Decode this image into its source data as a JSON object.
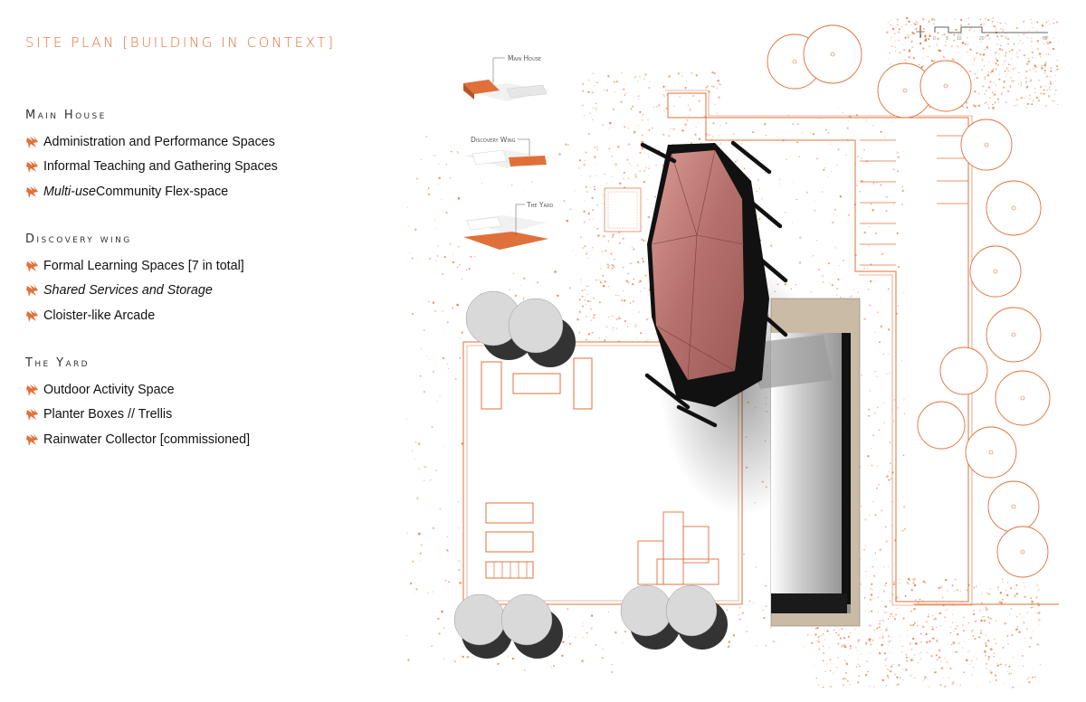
{
  "title": "SITE PLAN [BUILDING IN CONTEXT]",
  "sections": [
    {
      "heading": "Main House",
      "items": [
        {
          "pre": "",
          "em": "",
          "post": "Administration and Performance Spaces"
        },
        {
          "pre": "",
          "em": "",
          "post": "Informal Teaching and Gathering Spaces"
        },
        {
          "pre": "",
          "em": "Multi-use",
          "post": " Community Flex-space"
        }
      ]
    },
    {
      "heading": "Discovery wing",
      "items": [
        {
          "pre": "",
          "em": "",
          "post": "Formal Learning Spaces [7 in total]"
        },
        {
          "pre": "",
          "em": "Shared Services and Storage",
          "post": ""
        },
        {
          "pre": "",
          "em": "",
          "post": "Cloister-like Arcade"
        }
      ]
    },
    {
      "heading": "The Yard",
      "items": [
        {
          "pre": "",
          "em": "",
          "post": "Outdoor Activity Space"
        },
        {
          "pre": "",
          "em": "",
          "post": "Planter Boxes // Trellis"
        },
        {
          "pre": "",
          "em": "",
          "post": "Rainwater Collector [commissioned]"
        }
      ]
    }
  ],
  "insets": {
    "main_house": "Main House",
    "discovery_wing": "Discovery Wing",
    "the_yard": "The Yard"
  },
  "scale_bar": {
    "ticks": [
      "0",
      "5",
      "10",
      "20",
      "50'"
    ]
  },
  "colors": {
    "accent": "#e0703a",
    "roof_red": "#b9706c",
    "dark": "#111111",
    "concrete": "#c9bba6"
  },
  "icons": {
    "bullet": "orange-flourish-icon",
    "north": "north-arrow-icon"
  }
}
